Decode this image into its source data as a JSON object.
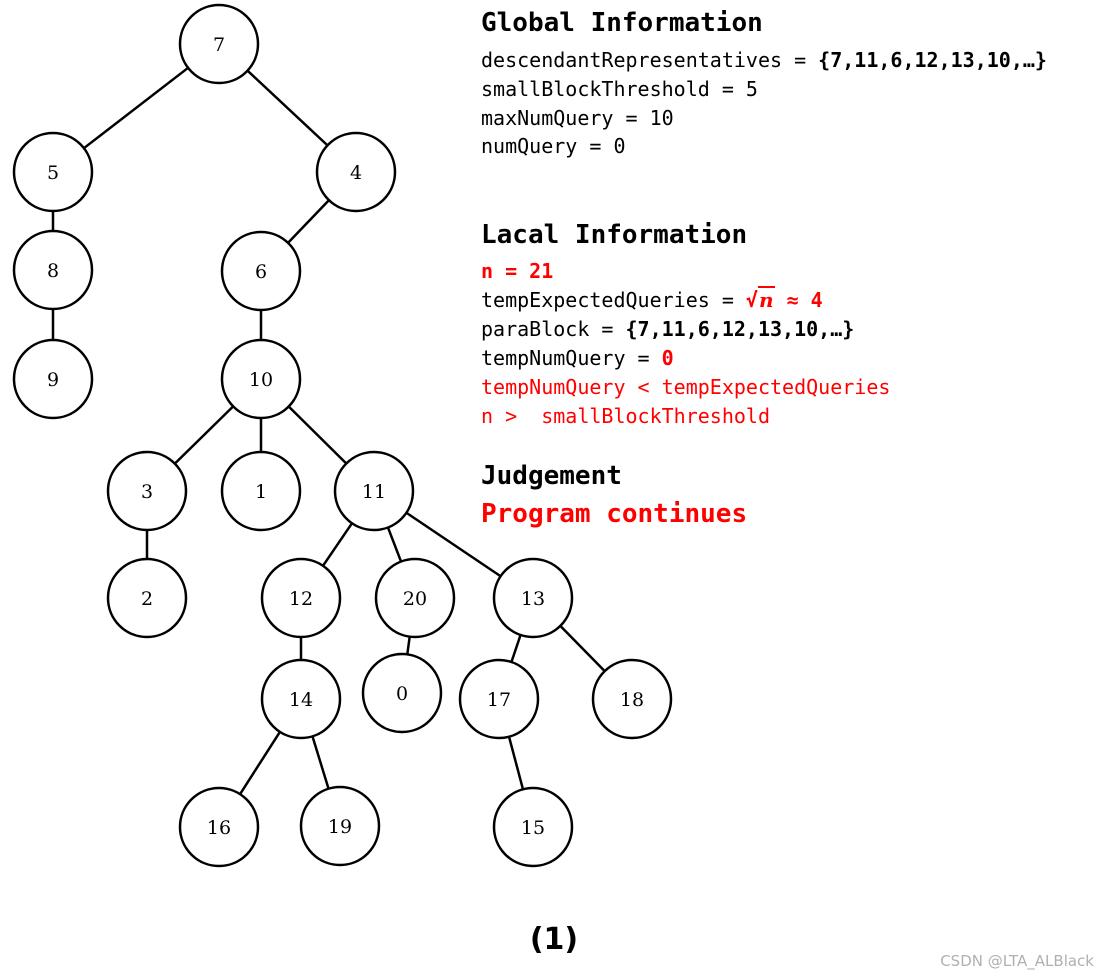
{
  "tree": {
    "nodes": [
      {
        "id": "7"
      },
      {
        "id": "5"
      },
      {
        "id": "4"
      },
      {
        "id": "8"
      },
      {
        "id": "9"
      },
      {
        "id": "6"
      },
      {
        "id": "10"
      },
      {
        "id": "3"
      },
      {
        "id": "1"
      },
      {
        "id": "11"
      },
      {
        "id": "2"
      },
      {
        "id": "12"
      },
      {
        "id": "20"
      },
      {
        "id": "13"
      },
      {
        "id": "14"
      },
      {
        "id": "0"
      },
      {
        "id": "17"
      },
      {
        "id": "18"
      },
      {
        "id": "16"
      },
      {
        "id": "19"
      },
      {
        "id": "15"
      }
    ],
    "edges": [
      [
        "7",
        "5"
      ],
      [
        "7",
        "4"
      ],
      [
        "5",
        "8"
      ],
      [
        "8",
        "9"
      ],
      [
        "4",
        "6"
      ],
      [
        "6",
        "10"
      ],
      [
        "10",
        "3"
      ],
      [
        "10",
        "1"
      ],
      [
        "10",
        "11"
      ],
      [
        "3",
        "2"
      ],
      [
        "11",
        "12"
      ],
      [
        "11",
        "20"
      ],
      [
        "11",
        "13"
      ],
      [
        "12",
        "14"
      ],
      [
        "20",
        "0"
      ],
      [
        "13",
        "17"
      ],
      [
        "13",
        "18"
      ],
      [
        "14",
        "16"
      ],
      [
        "14",
        "19"
      ],
      [
        "17",
        "15"
      ]
    ]
  },
  "global": {
    "heading": "Global Information",
    "descendant_label": "descendantRepresentatives = ",
    "descendant_value": "{7,11,6,12,13,10,…}",
    "small_block": "smallBlockThreshold = 5",
    "max_num_query": "maxNumQuery = 10",
    "num_query": "numQuery = 0"
  },
  "local": {
    "heading": "Lacal Information",
    "n_value": "n = 21",
    "temp_expected_label": "tempExpectedQueries = ",
    "sqrt_symbol": "√",
    "sqrt_arg": "n",
    "temp_expected_value": " ≈ 4",
    "para_block_label": "paraBlock = ",
    "para_block_value": "{7,11,6,12,13,10,…}",
    "temp_num_label": "tempNumQuery = ",
    "temp_num_value": "0",
    "condition_1": "tempNumQuery < tempExpectedQueries",
    "condition_2": "n >  smallBlockThreshold"
  },
  "judgement": {
    "heading": "Judgement",
    "result": "Program continues"
  },
  "caption": "(1)",
  "watermark": "CSDN @LTA_ALBlack",
  "colors": {
    "highlight": "#ff0000",
    "watermark": "#b0b0b0"
  }
}
